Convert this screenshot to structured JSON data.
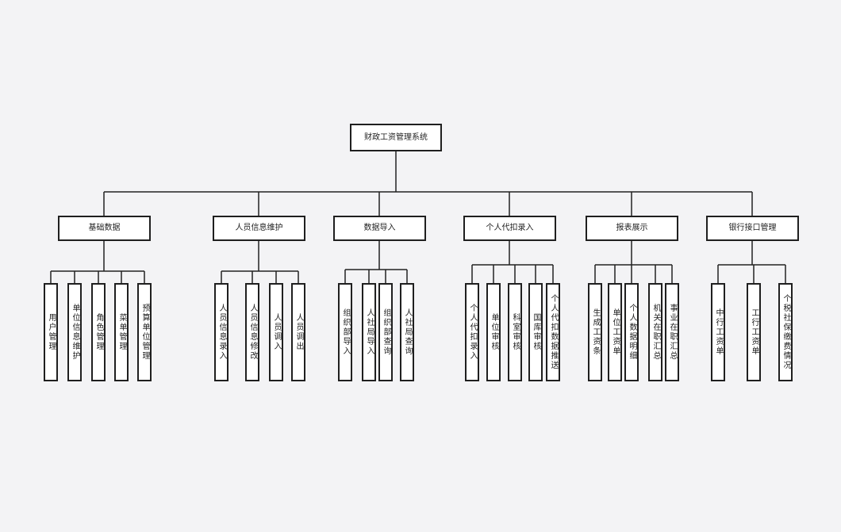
{
  "root": {
    "label": "财政工资管理系统"
  },
  "modules": [
    {
      "label": "基础数据",
      "children": [
        "用户管理",
        "单位信息维护",
        "角色管理",
        "菜单管理",
        "预算单位管理"
      ]
    },
    {
      "label": "人员信息维护",
      "children": [
        "人员信息录入",
        "人员信息修改",
        "人员调入",
        "人员调出"
      ]
    },
    {
      "label": "数据导入",
      "children": [
        "组织部导入",
        "人社局导入",
        "组织部查询",
        "人社局查询"
      ]
    },
    {
      "label": "个人代扣录入",
      "children": [
        "个人代扣录入",
        "单位审核",
        "科室审核",
        "国库审核",
        "个人代扣数据推送"
      ]
    },
    {
      "label": "报表展示",
      "children": [
        "生成工资条",
        "单位工资单",
        "个人数据明细",
        "机关在职汇总",
        "事业在职汇总"
      ]
    },
    {
      "label": "银行接口管理",
      "children": [
        "中行工资单",
        "工行工资单",
        "个税社保缴费情况"
      ]
    }
  ],
  "colors": {
    "border": "#1f1f1f",
    "line": "#222222",
    "box_fill": "#ffffff",
    "background": "#f3f3f5"
  }
}
